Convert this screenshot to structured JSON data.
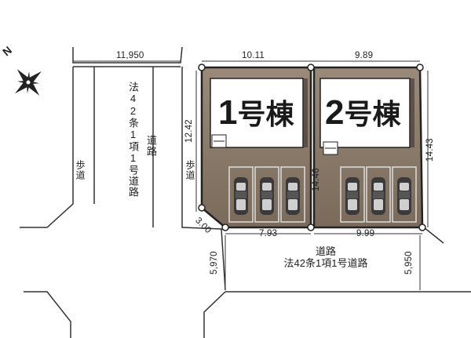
{
  "compass": {
    "north_label": "N"
  },
  "houses": [
    {
      "label_num": "1",
      "label_suffix": "号棟"
    },
    {
      "label_num": "2",
      "label_suffix": "号棟"
    }
  ],
  "dimensions": {
    "top_road_width": "11,950",
    "lot1_top": "10.11",
    "lot2_top": "9.89",
    "lot1_left": "12.42",
    "lot1_mid": "14.46",
    "lot2_right": "14.43",
    "corner": "3.00",
    "lot1_bottom": "7.93",
    "lot2_bottom": "9.99",
    "bottom_road_left": "5,970",
    "bottom_road_right": "5,950"
  },
  "roads": {
    "left_road": "法42条1項1号道路",
    "left_road_title": "道路",
    "sidewalk_left": "歩道",
    "sidewalk_right": "歩道",
    "bottom_road_title": "道路",
    "bottom_road_desc": "法42条1項1号道路"
  },
  "parking": {
    "lot1_spaces": 3,
    "lot2_spaces": 3
  },
  "colors": {
    "lot_fill": "#8a7a6a",
    "building_fill": "#ffffff",
    "car_fill": "#3a3a3a",
    "line": "#333333"
  }
}
